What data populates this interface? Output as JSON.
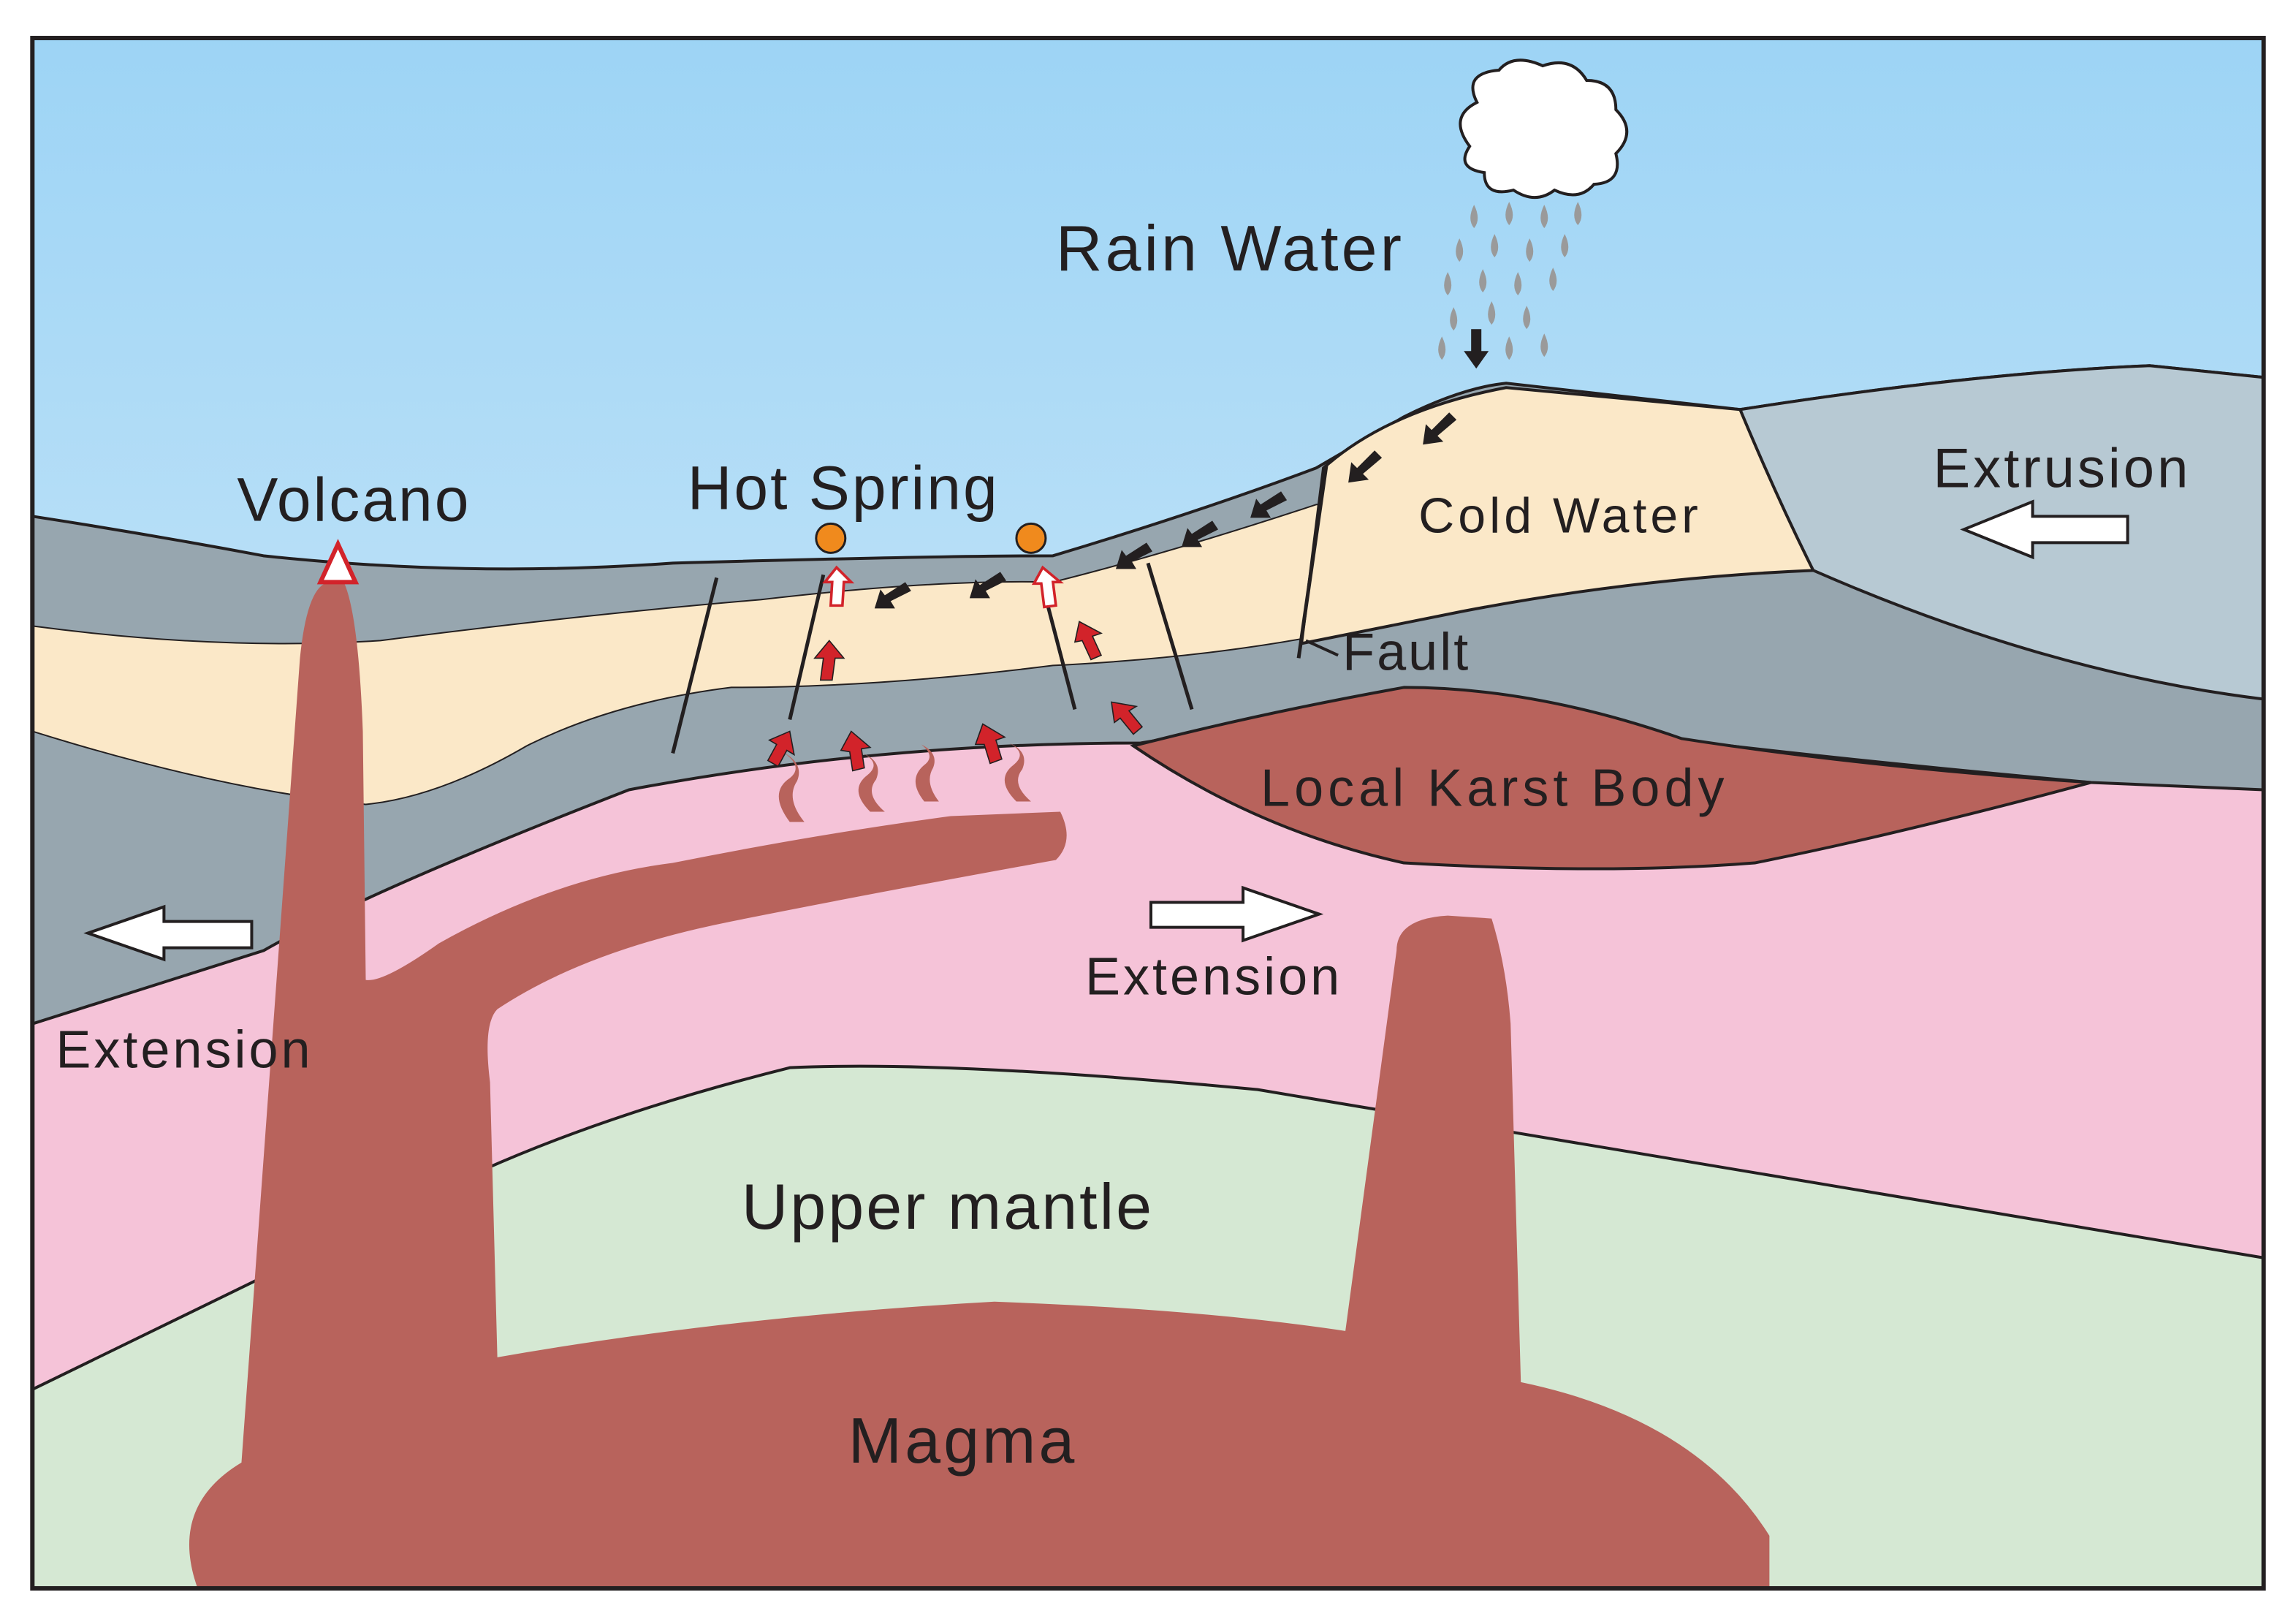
{
  "labels": {
    "rain_water": "Rain Water",
    "volcano": "Volcano",
    "hot_spring": "Hot Spring",
    "cold_water": "Cold Water",
    "extrusion": "Extrusion",
    "fault": "Fault",
    "local_karst_body": "Local Karst Body",
    "extension_left": "Extension",
    "extension_center": "Extension",
    "upper_mantle": "Upper mantle",
    "magma": "Magma"
  },
  "colors": {
    "sky_top": "#9dd4f5",
    "sky_bottom": "#e8f3fb",
    "gray_layer": "#97a6af",
    "cream_layer": "#fbe8c8",
    "right_block": "#b7c9d3",
    "crust_pink": "#f5c3d8",
    "mantle_green": "#d5e8d3",
    "magma": "#b8635c",
    "spring_dot": "#f08a1d",
    "heat_arrow": "#d2232a",
    "flow_arrow": "#231f20",
    "rain_drop": "#9a9a9a",
    "outline": "#231f20"
  },
  "icons": {
    "cloud": "cloud-icon",
    "rain": "rain-drop-icon",
    "volcano_vent": "volcano-vent-triangle-icon",
    "hot_spring": "hot-spring-dot-icon",
    "water_flow": "flow-arrow-icon",
    "heat_flow": "heat-arrow-icon",
    "plate_motion": "hollow-arrow-icon"
  }
}
